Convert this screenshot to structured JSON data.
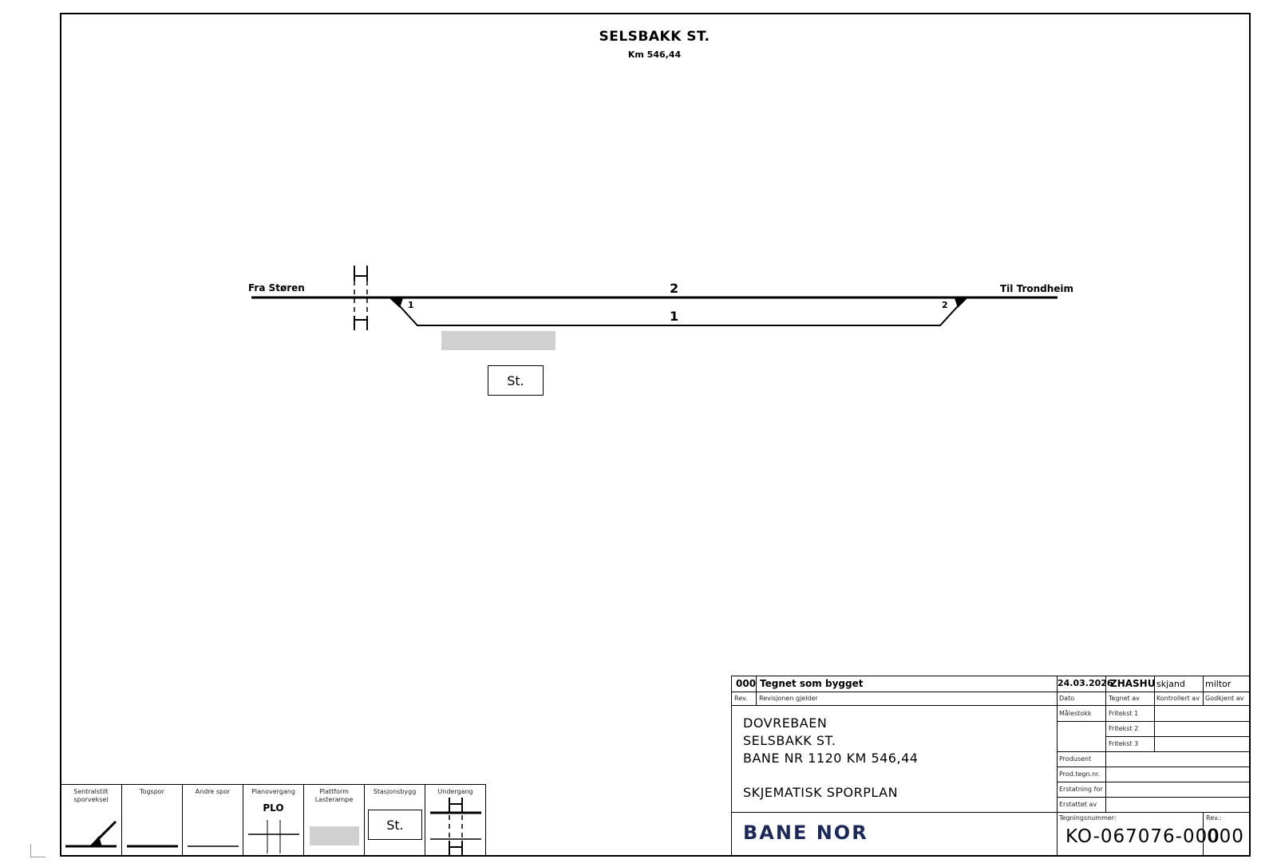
{
  "header": {
    "title": "SELSBAKK ST.",
    "subtitle": "Km 546,44"
  },
  "diagram": {
    "from_label": "Fra  Støren",
    "to_label": "Til  Trondheim",
    "track_main": "2",
    "track_side": "1",
    "switch_left": "1",
    "switch_right": "2",
    "station_label": "St."
  },
  "legend": {
    "items": [
      {
        "label": "Sentralstilt sporveksel"
      },
      {
        "label": "Togspor"
      },
      {
        "label": "Andre spor"
      },
      {
        "label": "Planovergang"
      },
      {
        "label": "Plattform Lasterampe"
      },
      {
        "label": "Stasjonsbygg"
      },
      {
        "label": "Undergang"
      }
    ],
    "plo_text": "PLO",
    "station_text": "St."
  },
  "title_block": {
    "rev_code": "000",
    "rev_desc": "Tegnet som bygget",
    "rev_label": "Rev.",
    "rev_desc_label": "Revisjonen gjelder",
    "date": "24.03.2026",
    "drawn_by": "ZHASHU",
    "checked_by": "skjand",
    "approved_by": "miltor",
    "date_label": "Dato",
    "drawn_label": "Tegnet av",
    "checked_label": "Kontrollert av",
    "approved_label": "Godkjent av",
    "desc_line1": "DOVREBAEN",
    "desc_line2": "SELSBAKK ST.",
    "desc_line3": "BANE NR 1120 KM 546,44",
    "desc_line4": "SKJEMATISK SPORPLAN",
    "scale_label": "Målestokk",
    "free1": "Fritekst 1",
    "free2": "Fritekst 2",
    "free3": "Fritekst 3",
    "producer_label": "Produsent",
    "prod_no_label": "Prod.tegn.nr.",
    "replaces_label": "Erstatning for",
    "replaced_by_label": "Erstattet av",
    "drawing_no_label": "Tegningsnummer:",
    "drawing_no": "KO-067076-000",
    "rev_small_label": "Rev.:",
    "rev_value": "000",
    "logo": "BANE NOR"
  }
}
